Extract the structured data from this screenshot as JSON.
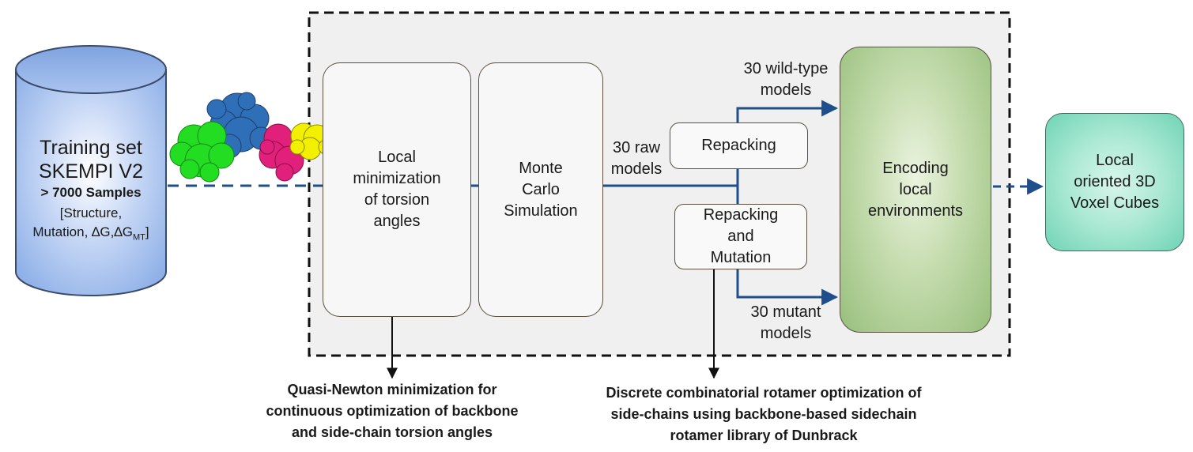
{
  "training_set": {
    "title_line1": "Training set",
    "title_line2": "SKEMPI V2",
    "samples": "> 7000 Samples",
    "fields_line1": "[Structure,",
    "fields_line2": "Mutation, ∆G,∆G",
    "fields_subscript": "MT",
    "fields_close": "]"
  },
  "boxes": {
    "local_minimization": "Local\nminimization\nof torsion\nangles",
    "monte_carlo": "Monte\nCarlo\nSimulation",
    "repacking": "Repacking",
    "repacking_mutation": "Repacking\nand\nMutation",
    "encoding": "Encoding\nlocal\nenvironments",
    "voxel": "Local\noriented 3D\nVoxel Cubes"
  },
  "edge_labels": {
    "raw_models": "30 raw\nmodels",
    "wild_type": "30 wild-type\nmodels",
    "mutant": "30 mutant\nmodels"
  },
  "notes": {
    "quasi_newton": "Quasi-Newton minimization for\ncontinuous optimization of backbone\nand side-chain torsion angles",
    "rotamer": "Discrete combinatorial rotamer optimization of\nside-chains using backbone-based sidechain\nrotamer library of Dunbrack"
  },
  "colors": {
    "arrow_blue": "#1f4e8c",
    "cylinder_blue": "#8fb1e8",
    "encoding_green": "#97bf7c",
    "voxel_teal": "#6fd3b5",
    "protein_blue": "#2f6fb8",
    "protein_green": "#22dd22",
    "protein_magenta": "#e0207a",
    "protein_yellow": "#f2f000"
  }
}
